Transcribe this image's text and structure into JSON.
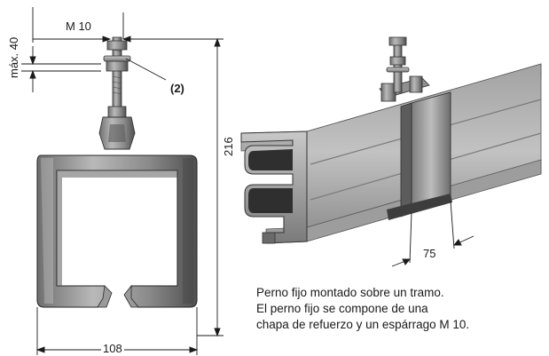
{
  "dimensions": {
    "thread": "M 10",
    "max_height": "máx. 40",
    "callout": "(2)",
    "height": "216",
    "plate_width": "75",
    "width": "108"
  },
  "caption": {
    "line1": "Perno fijo montado sobre un tramo.",
    "line2": "El perno fijo se compone de una",
    "line3": "chapa de refuerzo y un espárrago M 10."
  }
}
